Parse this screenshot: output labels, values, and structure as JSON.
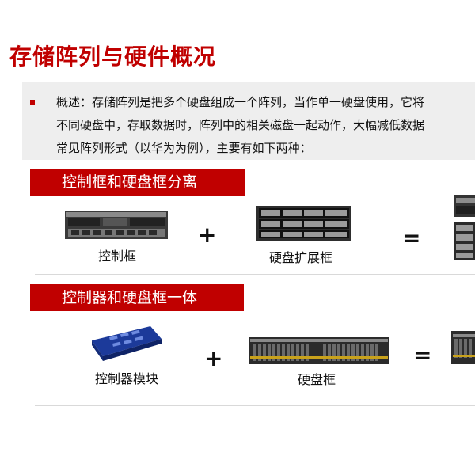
{
  "title": "存储阵列与硬件概况",
  "overview": {
    "lines": [
      "概述：存储阵列是把多个硬盘组成一个阵列，当作单一硬盘使用，它将",
      "不同硬盘中，存取数据时，阵列中的相关磁盘一起动作，大幅减低数据",
      "常见阵列形式（以华为为例），主要有如下两种："
    ]
  },
  "section1": {
    "heading": "控制框和硬盘框分离",
    "left_caption": "控制框",
    "plus": "+",
    "right_caption": "硬盘扩展框",
    "equals": "="
  },
  "section2": {
    "heading": "控制器和硬盘框一体",
    "left_caption": "控制器模块",
    "plus": "+",
    "right_caption": "硬盘框",
    "equals": "="
  },
  "colors": {
    "accent": "#c00000",
    "panel": "#eeeeee"
  },
  "icons": {
    "controller_enclosure": "2u-server-image",
    "disk_expansion_enclosure": "disk-array-image",
    "controller_module": "blue-controller-module-image",
    "disk_enclosure": "2u-disk-enclosure-image",
    "result_rack": "stacked-storage-image"
  }
}
